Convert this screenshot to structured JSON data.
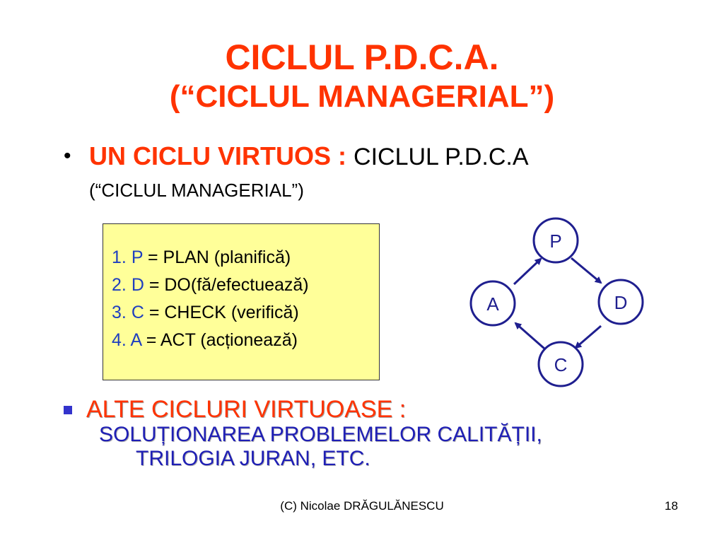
{
  "title": {
    "line1": "CICLUL P.D.C.A.",
    "line2": "(“CICLUL MANAGERIAL”)"
  },
  "bullet1": {
    "marker": "•",
    "highlight": "UN CICLU VIRTUOS :",
    "text": "CICLUL P.D.C.A",
    "line2": "(“CICLUL MANAGERIAL”)"
  },
  "pdca_list": [
    {
      "num": "1.",
      "letter": "P",
      "desc": "= PLAN (planifică)"
    },
    {
      "num": "2.",
      "letter": "D",
      "desc": "= DO(fă/efectuează)"
    },
    {
      "num": "3.",
      "letter": "C",
      "desc": "= CHECK (verifică)"
    },
    {
      "num": "4.",
      "letter": "A",
      "desc": "= ACT (acționează)"
    }
  ],
  "cycle": {
    "nodes": {
      "top": "P",
      "right": "D",
      "bottom": "C",
      "left": "A"
    }
  },
  "bullet2": {
    "line1": "ALTE CICLURI VIRTUOASE :",
    "line2": "SOLUȚIONAREA PROBLEMELOR CALITĂȚII,",
    "line3": "TRILOGIA JURAN, ETC."
  },
  "footer": {
    "credit": "(C) Nicolae DRĂGULĂNESCU",
    "page_number": "18"
  },
  "colors": {
    "title": "#ff3300",
    "accent_blue": "#1f3fbf",
    "box_fill": "#ffff99",
    "node_border": "#1f1f8f",
    "bullet2_blue": "#1f1fb5"
  }
}
